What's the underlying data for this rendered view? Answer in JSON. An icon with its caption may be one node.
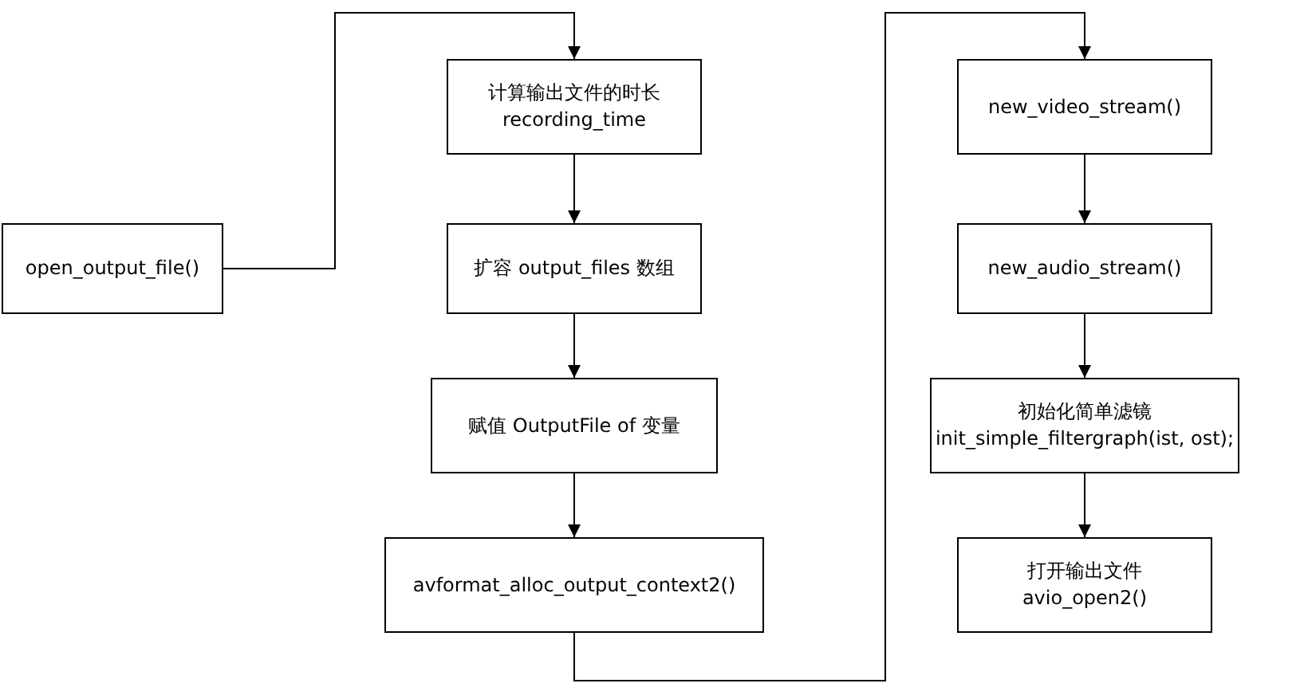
{
  "diagram": {
    "nodes": [
      {
        "text": [
          "open_output_file()"
        ]
      },
      {
        "text": [
          "计算输出文件的时长",
          "recording_time"
        ]
      },
      {
        "text": [
          "扩容 output_files 数组"
        ]
      },
      {
        "text": [
          "赋值 OutputFile of 变量"
        ]
      },
      {
        "text": [
          "avformat_alloc_output_context2()"
        ]
      },
      {
        "text": [
          "new_video_stream()"
        ]
      },
      {
        "text": [
          "new_audio_stream()"
        ]
      },
      {
        "text": [
          "初始化简单滤镜",
          "init_simple_filtergraph(ist, ost);"
        ]
      },
      {
        "text": [
          "打开输出文件",
          "avio_open2()"
        ]
      }
    ],
    "edges": [
      {
        "from": 0,
        "to": 1,
        "arrow": "to"
      },
      {
        "from": 1,
        "to": 2,
        "arrow": "to"
      },
      {
        "from": 2,
        "to": 3,
        "arrow": "to"
      },
      {
        "from": 3,
        "to": 4,
        "arrow": "to"
      },
      {
        "from": 4,
        "to": 5,
        "arrow": "to"
      },
      {
        "from": 5,
        "to": 6,
        "arrow": "to"
      },
      {
        "from": 6,
        "to": 7,
        "arrow": "to"
      },
      {
        "from": 7,
        "to": 8,
        "arrow": "to"
      }
    ]
  }
}
